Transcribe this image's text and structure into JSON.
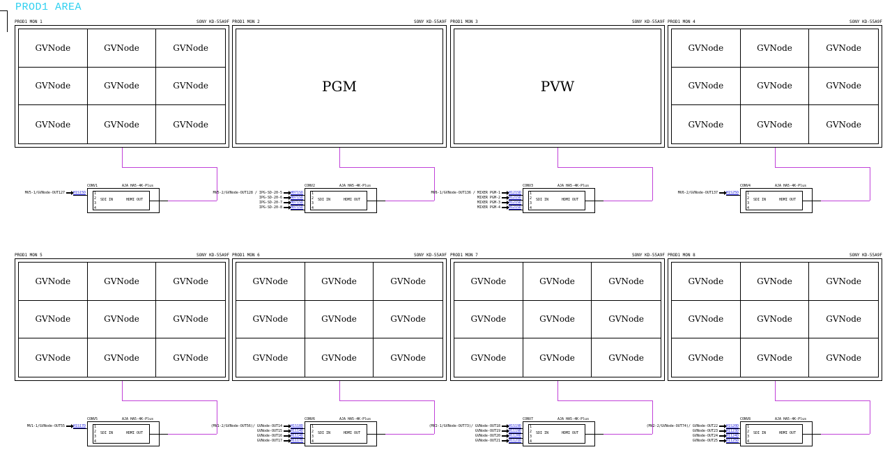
{
  "area_title": "PROD1 AREA",
  "cell_label": "GVNode",
  "monitors": [
    {
      "name": "PROD1 MON 1",
      "model": "SONY KD-55A9F",
      "type": "grid",
      "col": 0,
      "row": 0
    },
    {
      "name": "PROD1 MON 2",
      "model": "SONY KD-55A9F",
      "type": "big",
      "big_label": "PGM",
      "col": 1,
      "row": 0
    },
    {
      "name": "PROD1 MON 3",
      "model": "SONY KD-55A9F",
      "type": "big",
      "big_label": "PVW",
      "col": 2,
      "row": 0
    },
    {
      "name": "PROD1 MON 4",
      "model": "SONY KD-55A9F",
      "type": "grid",
      "col": 3,
      "row": 0
    },
    {
      "name": "PROD1 MON 5",
      "model": "SONY KD-55A9F",
      "type": "grid",
      "col": 0,
      "row": 1
    },
    {
      "name": "PROD1 MON 6",
      "model": "SONY KD-55A9F",
      "type": "grid",
      "col": 1,
      "row": 1
    },
    {
      "name": "PROD1 MON 7",
      "model": "SONY KD-55A9F",
      "type": "grid",
      "col": 2,
      "row": 1
    },
    {
      "name": "PROD1 MON 8",
      "model": "SONY KD-55A9F",
      "type": "grid",
      "col": 3,
      "row": 1
    }
  ],
  "converter_model": "AJA HA5-4K-Plus",
  "converter_sdi_label": "SDI IN",
  "converter_hdmi_label": "HDMI OUT",
  "ports": [
    "1",
    "2",
    "3",
    "4"
  ],
  "converters": [
    {
      "name": "CONV1",
      "source_prefix": "",
      "inputs": [
        {
          "src": "MV5-1/GVNode-OUT127",
          "tag": "H1S15D"
        }
      ]
    },
    {
      "name": "CONV2",
      "source_prefix": "MV5-2/GVNode-OUT128 / ",
      "inputs": [
        {
          "src": "IPG-SD-20-5",
          "tag": "H071SD"
        },
        {
          "src": "IPG-SD-20-6",
          "tag": "H071SD"
        },
        {
          "src": "IPG-SD-20-7",
          "tag": "H071SD"
        },
        {
          "src": "IPG-SD-20-8",
          "tag": "H071SD"
        }
      ]
    },
    {
      "name": "CONV3",
      "source_prefix": "MV6-1/GVNode-OUT136 / ",
      "inputs": [
        {
          "src": "MIXER PGM-1",
          "tag": "H121SD"
        },
        {
          "src": "MIXER PGM-2",
          "tag": "H121SD"
        },
        {
          "src": "MIXER PGM-3",
          "tag": "H121SD"
        },
        {
          "src": "MIXER PGM-4",
          "tag": "H121SD"
        }
      ]
    },
    {
      "name": "CONV4",
      "source_prefix": "",
      "inputs": [
        {
          "src": "MV6-2/GVNode-OUT137",
          "tag": "H1S25D"
        }
      ]
    },
    {
      "name": "CONV5",
      "source_prefix": "",
      "inputs": [
        {
          "src": "MV1-1/GVNode-OUT55",
          "tag": "H1S17D"
        }
      ]
    },
    {
      "name": "CONV6",
      "source_prefix": "(MV1-2/GVNode-OUT56)/ ",
      "inputs": [
        {
          "src": "GVNode-OUT14",
          "tag": "H1S18D"
        },
        {
          "src": "GVNode-OUT15",
          "tag": "H1114D"
        },
        {
          "src": "GVNode-OUT16",
          "tag": "H1114D"
        },
        {
          "src": "GVNode-OUT17",
          "tag": "H1117D"
        }
      ]
    },
    {
      "name": "CONV7",
      "source_prefix": "(MV2-1/GVNode-OUT73)/ ",
      "inputs": [
        {
          "src": "GVNode-OUT18",
          "tag": "H1S19D"
        },
        {
          "src": "GVNode-OUT19",
          "tag": "H1119D"
        },
        {
          "src": "GVNode-OUT20",
          "tag": "H1120D"
        },
        {
          "src": "GVNode-OUT21",
          "tag": "H1121D"
        }
      ]
    },
    {
      "name": "CONV8",
      "source_prefix": "(MV2-2/GVNode-OUT74)/ ",
      "inputs": [
        {
          "src": "GVNode-OUT22",
          "tag": "H1S20D"
        },
        {
          "src": "GVNode-OUT23",
          "tag": "H1123D"
        },
        {
          "src": "GVNode-OUT24",
          "tag": "H1124D"
        },
        {
          "src": "GVNode-OUT25",
          "tag": "H1125D"
        }
      ]
    }
  ]
}
